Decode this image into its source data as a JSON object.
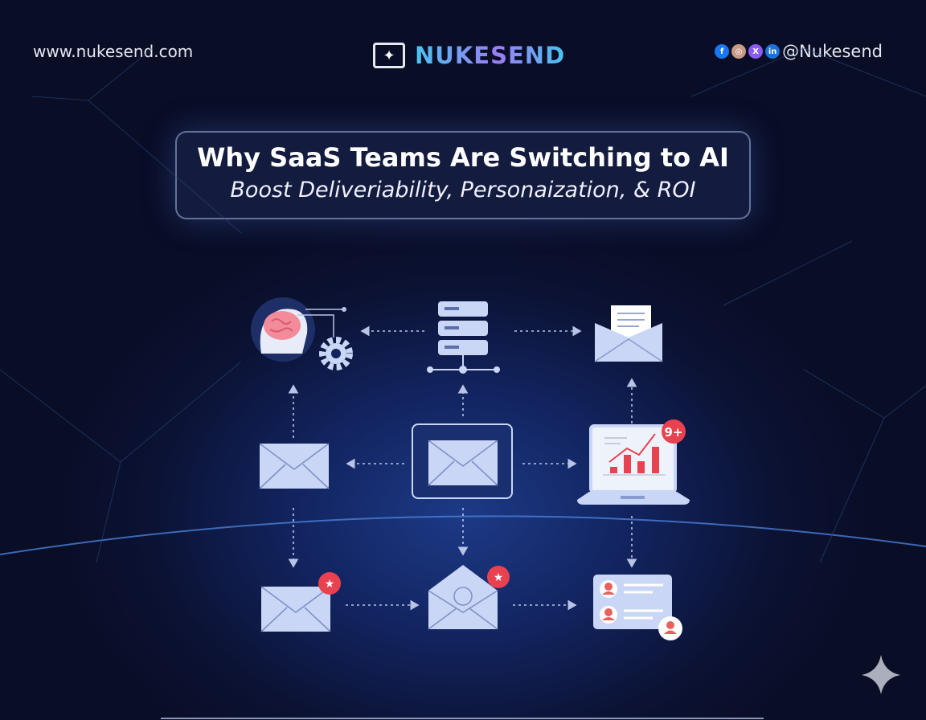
{
  "header": {
    "website": "www.nukesend.com",
    "brand": "NUKESEND",
    "handle": "@Nukesend",
    "social_icons": [
      "facebook-icon",
      "instagram-icon",
      "x-icon",
      "linkedin-icon"
    ]
  },
  "title": {
    "main": "Why SaaS Teams Are Switching to AI",
    "subtitle": "Boost Deliveriability, Personaization, & ROI"
  },
  "diagram": {
    "laptop_badge": "9+",
    "colors": {
      "accent": "#e8414f",
      "icon_fill": "#c9d6f5",
      "background": "#0b1233"
    }
  }
}
